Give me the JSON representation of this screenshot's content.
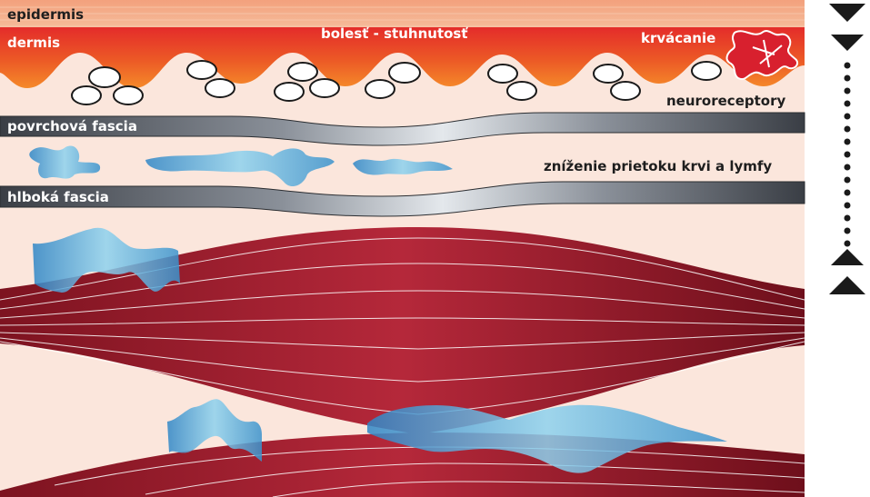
{
  "labels": {
    "epidermis": "epidermis",
    "dermis": "dermis",
    "pain": "bolesť - stuhnutosť",
    "bleeding": "krvácanie",
    "neuroreceptors": "neuroreceptory",
    "superficial_fascia": "povrchová fascia",
    "flow_reduction": "zníženie prietoku krvi a lymfy",
    "deep_fascia": "hlboká fascia"
  },
  "colors": {
    "background": "#fbe6dc",
    "epidermis": "#f4b08a",
    "dermis": "#e8372b",
    "muscle": "#a51e30",
    "fascia": "#3c4148",
    "fluid": "#6cc4e4",
    "marker": "#1a1a1a"
  },
  "icons": {
    "top_marker": "triangle-down-icon",
    "bottom_marker": "triangle-up-icon"
  }
}
